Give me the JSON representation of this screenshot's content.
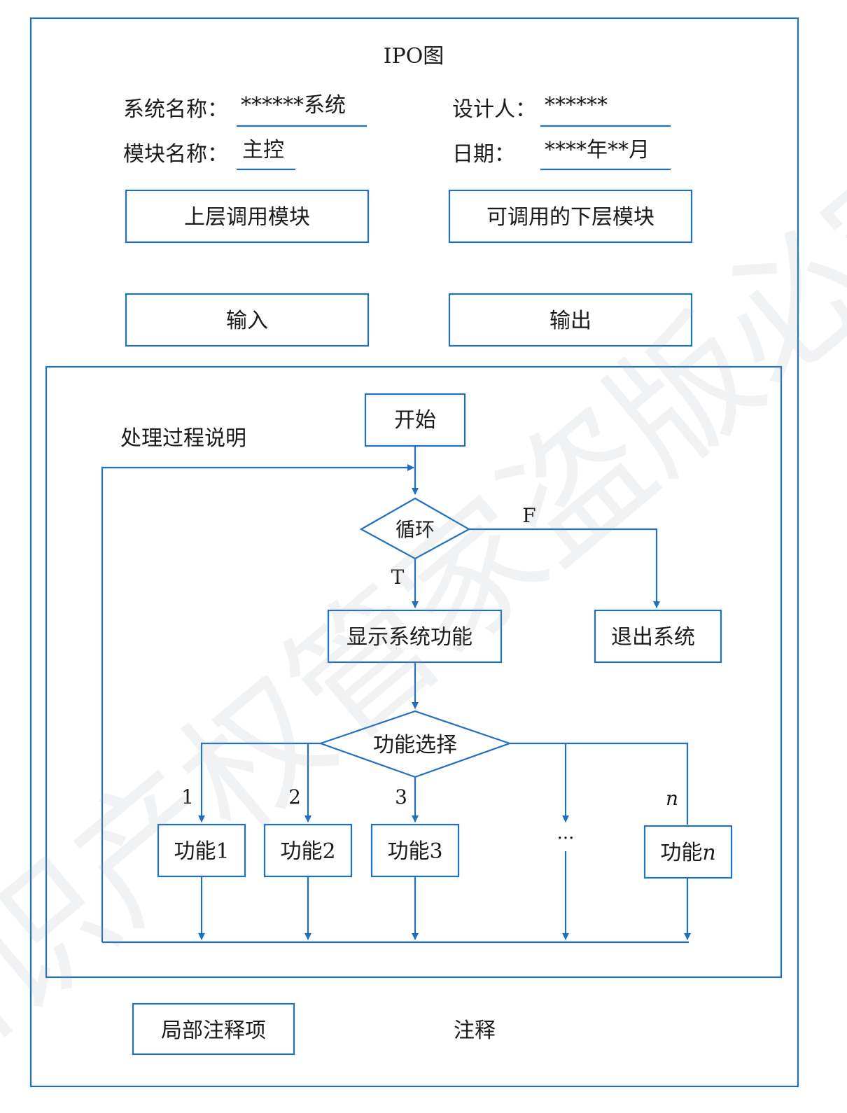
{
  "title": "IPO图",
  "header": {
    "system_name_label": "系统名称：",
    "system_name_value": "******系统",
    "designer_label": "设计人：",
    "designer_value": "******",
    "module_name_label": "模块名称：",
    "module_name_value": "主控",
    "date_label": "日期：",
    "date_value": "****年**月"
  },
  "boxes": {
    "upper_module": "上层调用模块",
    "lower_module": "可调用的下层模块",
    "input": "输入",
    "output": "输出"
  },
  "process": {
    "label": "处理过程说明",
    "start": "开始",
    "loop": "循环",
    "true_label": "T",
    "false_label": "F",
    "show_functions": "显示系统功能",
    "exit_system": "退出系统",
    "function_select": "功能选择",
    "branch_labels": [
      "1",
      "2",
      "3",
      "n"
    ],
    "functions": [
      "功能1",
      "功能2",
      "功能3"
    ],
    "function_n_prefix": "功能",
    "function_n_suffix": "n",
    "ellipsis": "···"
  },
  "footer": {
    "local_comments": "局部注释项",
    "comments": "注释"
  },
  "watermark": "知识产权管家盗版必究",
  "colors": {
    "line": "#1f6fc4",
    "text": "#1a1a1a"
  }
}
